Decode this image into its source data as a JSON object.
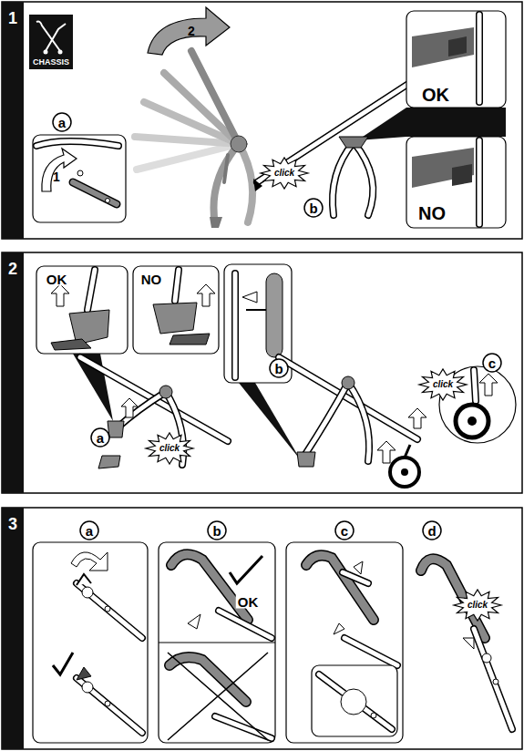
{
  "diagram": {
    "labels": [
      "1",
      "CHASSIS",
      "a",
      "1",
      "2",
      "click",
      "b",
      "OK",
      "NO",
      "2",
      "OK",
      "NO",
      "b",
      "c",
      "click",
      "a",
      "click",
      "3",
      "a",
      "b",
      "OK",
      "c",
      "d",
      "click"
    ]
  }
}
